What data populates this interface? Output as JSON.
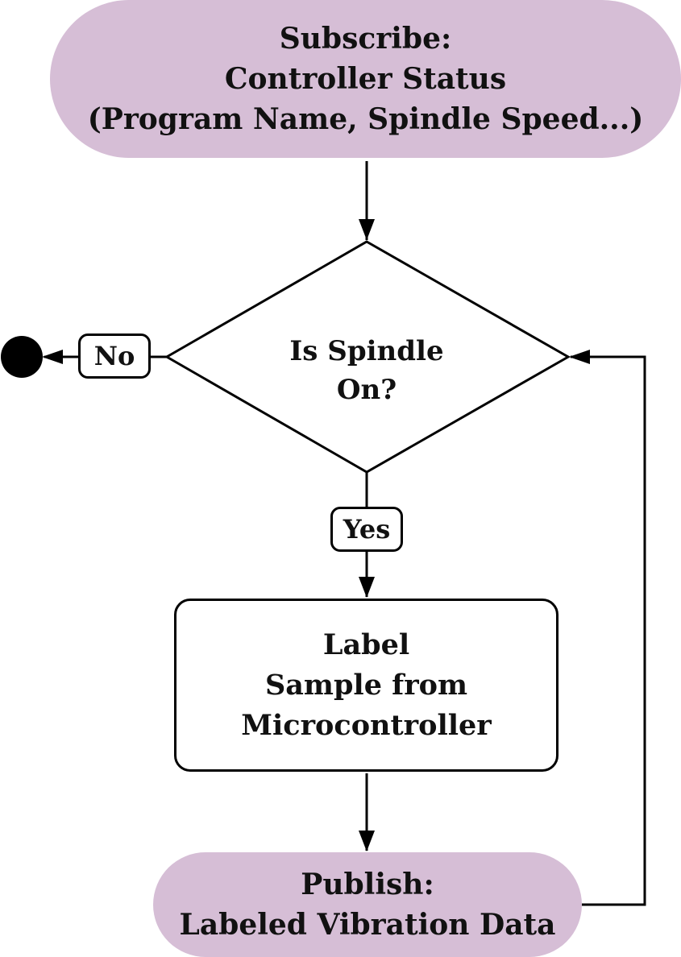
{
  "diagram": {
    "subscribe": {
      "lines": [
        "Subscribe:",
        "Controller Status",
        "(Program Name, Spindle Speed...)"
      ],
      "fill": "#d6bed6"
    },
    "decision": {
      "lines": [
        "Is Spindle",
        "On?"
      ]
    },
    "branches": {
      "no_label": "No",
      "yes_label": "Yes"
    },
    "process": {
      "lines": [
        "Label",
        "Sample from",
        "Microcontroller"
      ]
    },
    "publish": {
      "lines": [
        "Publish:",
        "Labeled Vibration Data"
      ],
      "fill": "#d6bed6"
    }
  }
}
